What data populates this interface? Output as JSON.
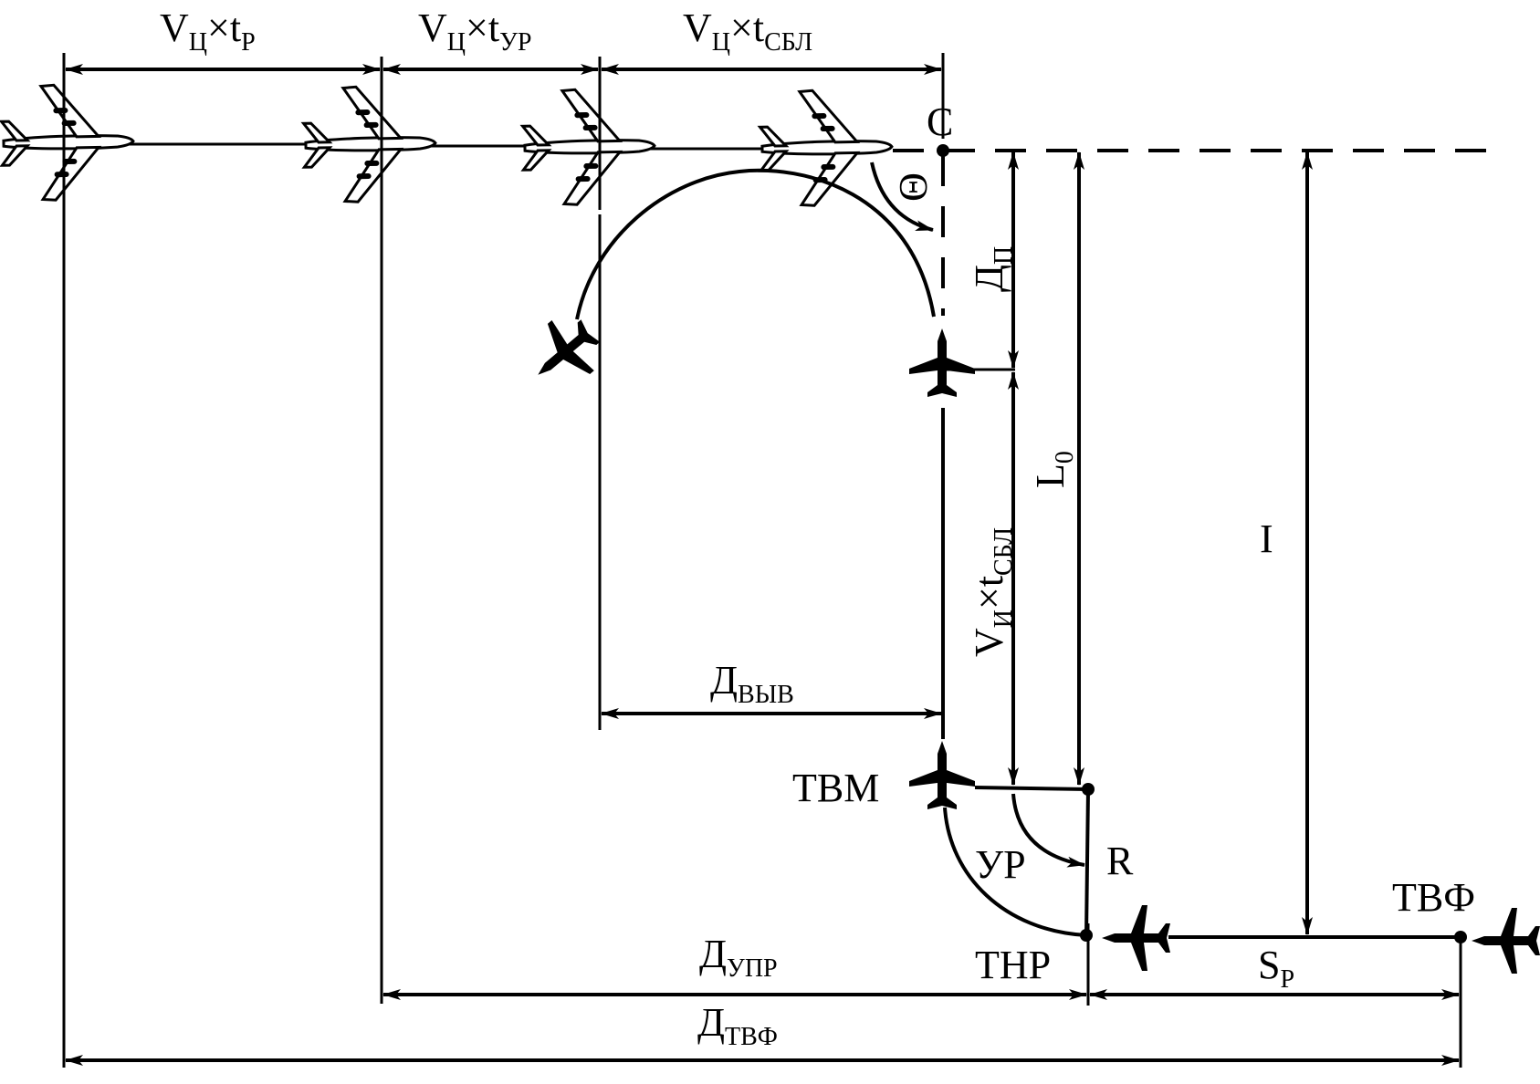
{
  "diagram": {
    "labels": {
      "vc_tr_main": "V",
      "vc_tr_sub1": "Ц",
      "vc_tr_times": "×t",
      "vc_tr_sub2": "Р",
      "vc_tur_main": "V",
      "vc_tur_sub1": "Ц",
      "vc_tur_times": "×t",
      "vc_tur_sub2": "УР",
      "vc_tsbl_main": "V",
      "vc_tsbl_sub1": "Ц",
      "vc_tsbl_times": "×t",
      "vc_tsbl_sub2": "СБЛ",
      "point_c": "C",
      "theta": "Θ",
      "dp_main": "Д",
      "dp_sub": "П",
      "l0_main": "L",
      "l0_sub": "0",
      "vi_tsbl_main": "V",
      "vi_tsbl_sub1": "И",
      "vi_tsbl_times": "×t",
      "vi_tsbl_sub2": "СБЛ",
      "i_label": "I",
      "dvyv_main": "Д",
      "dvyv_sub": "ВЫВ",
      "tvm": "ТВМ",
      "ur": "УР",
      "r": "R",
      "tvf": "ТВФ",
      "dupr_main": "Д",
      "dupr_sub": "УПР",
      "tnr": "ТНР",
      "sr_main": "S",
      "sr_sub": "Р",
      "dtvf_main": "Д",
      "dtvf_sub": "ТВФ"
    },
    "icons": {
      "target_aircraft": "target-aircraft-icon",
      "fighter_aircraft": "fighter-aircraft-icon"
    },
    "colors": {
      "ink": "#000000",
      "paper": "#ffffff"
    }
  }
}
